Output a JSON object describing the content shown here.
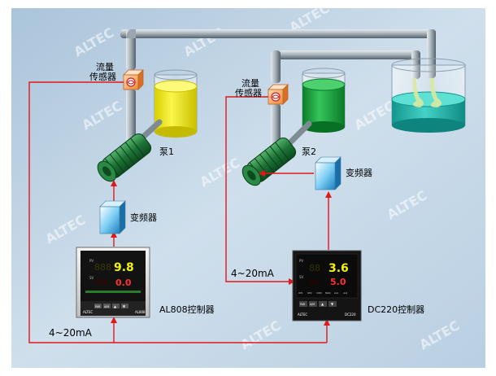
{
  "labels": {
    "flow_sensor_1": [
      "流量",
      "传感器"
    ],
    "flow_sensor_2": [
      "流量",
      "传感器"
    ],
    "pump_1": "泵1",
    "pump_2": "泵2",
    "vfd_1": "变频器",
    "vfd_2": "变频器",
    "controller_1": "AL808控制器",
    "controller_2": "DC220控制器",
    "signal_bottom": "4~20mA",
    "signal_mid": "4~20mA"
  },
  "controller_1": {
    "pv": "9.8",
    "sv": "0.0",
    "pv_tag": "PV",
    "sv_tag": "SV",
    "brand": "ALTEC",
    "model": "AL808",
    "buttons": [
      "PAR",
      "A/M",
      "▲",
      "▼"
    ]
  },
  "controller_2": {
    "pv": "3.6",
    "sv": "5.0",
    "pv_tag": "PV",
    "sv_tag": "SV",
    "brand": "ALTEC",
    "model": "DC220",
    "buttons": [
      "PAR",
      "A/M",
      "▲",
      "▼"
    ],
    "indicator_labels": [
      "OP1",
      "OP2",
      "COM",
      "MAN",
      "AL1",
      "AL2"
    ]
  },
  "watermark": "ALTEC",
  "colors": {
    "background_outer": "#ffffff",
    "background_panel": "#c7d9e8",
    "signal_line": "#e21818",
    "pipe": "#a7b1b9",
    "tank_yellow": "#f4ec1b",
    "tank_green": "#14a43a",
    "tank_mix": "#1fb2a9",
    "pump_green": "#1e7a3a",
    "display_digits": "#f3f300",
    "display_sv": "#ff3030"
  }
}
